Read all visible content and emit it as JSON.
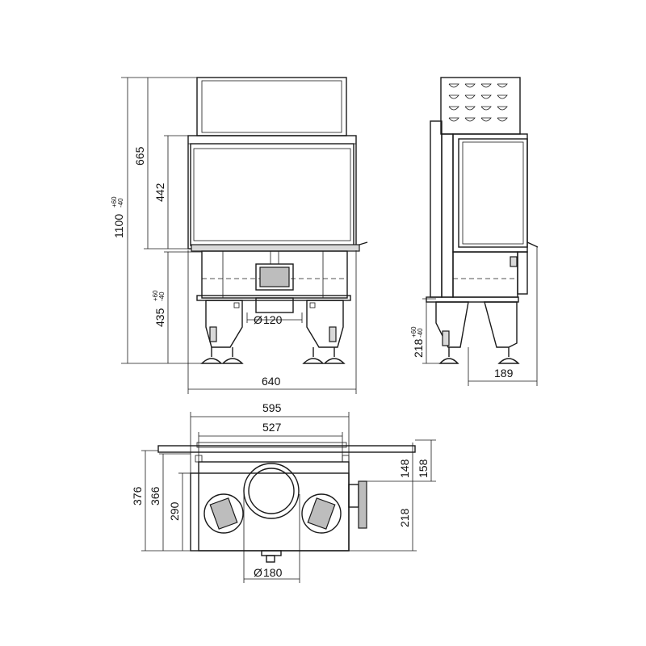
{
  "dimensions": {
    "total_height": "1100",
    "total_height_tol_plus": "+60",
    "total_height_tol_minus": "-40",
    "upper_height": "665",
    "window_height": "442",
    "lower_height": "435",
    "lower_height_tol_plus": "+60",
    "lower_height_tol_minus": "-40",
    "front_width": "640",
    "flue_front": "120",
    "side_height": "218",
    "side_height_tol_plus": "+60",
    "side_height_tol_minus": "-40",
    "side_depth": "189",
    "top_width_outer": "595",
    "top_width_inner": "527",
    "top_depth_376": "376",
    "top_depth_366": "366",
    "top_depth_290": "290",
    "top_right_148": "148",
    "top_right_158": "158",
    "top_right_218": "218",
    "flue_top": "180"
  },
  "symbols": {
    "diameter": "Ø"
  }
}
